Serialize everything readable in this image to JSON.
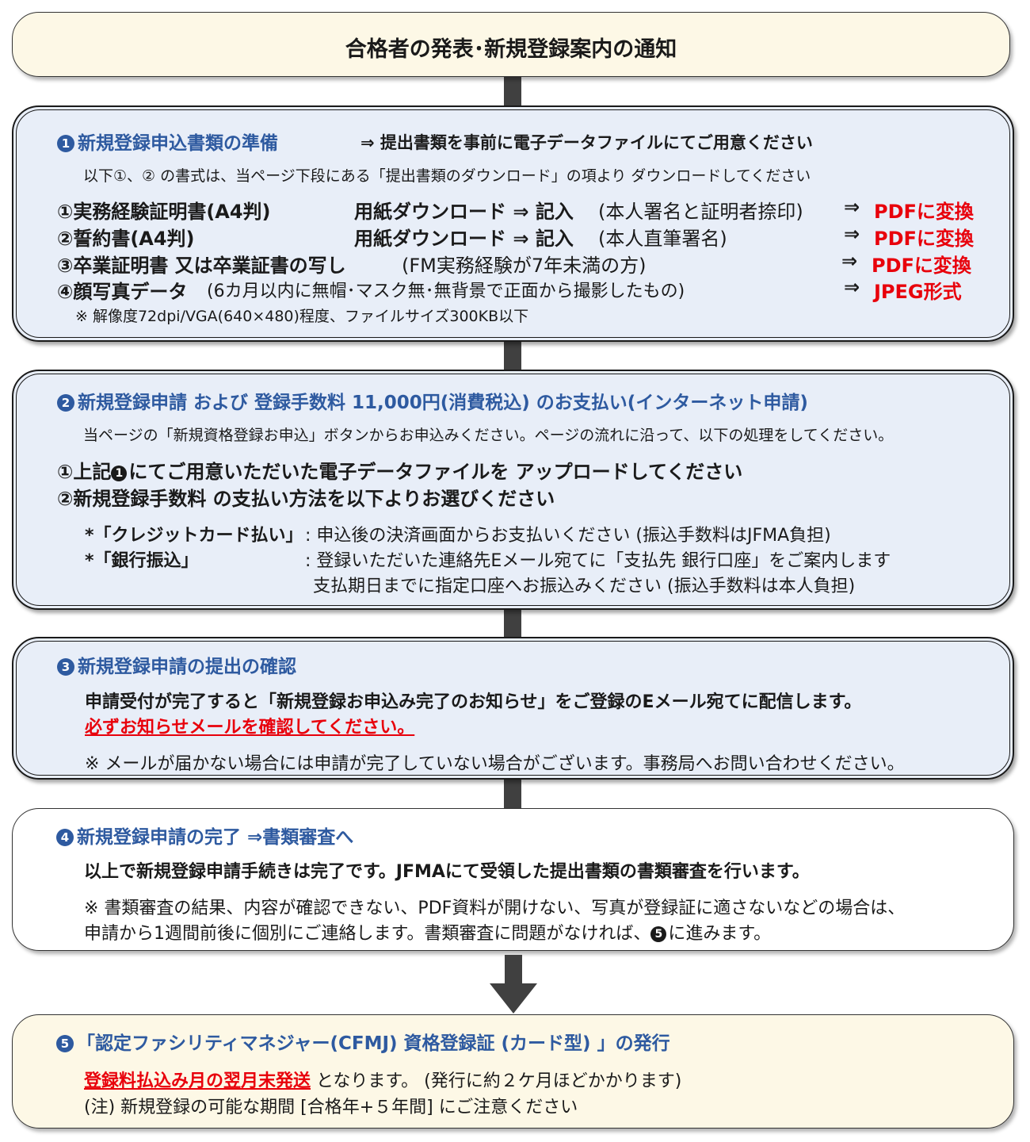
{
  "title": "合格者の発表･新規登録案内の通知",
  "step1": {
    "num": "1",
    "heading": "新規登録申込書類の準備",
    "heading_note": "⇒ 提出書類を事前に電子データファイルにてご用意ください",
    "intro": "以下①、② の書式は、当ページ下段にある「提出書類のダウンロード」の項より ダウンロードしてください",
    "items": [
      {
        "label": "①実務経験証明書(A4判)",
        "action": "用紙ダウンロード ⇒ 記入",
        "note": "(本人署名と証明者捺印)",
        "arrow": "⇒",
        "result": "PDFに変換"
      },
      {
        "label": "②誓約書(A4判)",
        "action": "用紙ダウンロード ⇒ 記入",
        "note": "(本人直筆署名)",
        "arrow": "⇒",
        "result": "PDFに変換"
      },
      {
        "label": "③卒業証明書 又は卒業証書の写し",
        "note": "(FM実務経験が7年未満の方)",
        "arrow": "⇒",
        "result": "PDFに変換"
      },
      {
        "label": "④顔写真データ",
        "note": "(6カ月以内に無帽･マスク無･無背景で正面から撮影したもの)",
        "arrow": "⇒",
        "result": "JPEG形式"
      }
    ],
    "footnote": "※ 解像度72dpi/VGA(640×480)程度、ファイルサイズ300KB以下"
  },
  "step2": {
    "num": "2",
    "heading": "新規登録申請 および 登録手数料 11,000円(消費税込) のお支払い(インターネット申請)",
    "intro": "当ページの「新規資格登録お申込」ボタンからお申込みください。ページの流れに沿って、以下の処理をしてください。",
    "item1_pre": "①上記",
    "item1_num": "1",
    "item1_post": "にてご用意いただいた電子データファイルを アップロードしてください",
    "item2": "②新規登録手数料 の支払い方法を以下よりお選びください",
    "pay1_label": "*「クレジットカード払い」",
    "pay1_text": ": 申込後の決済画面からお支払いください (振込手数料はJFMA負担)",
    "pay2_label": "*「銀行振込」",
    "pay2_text": ": 登録いただいた連絡先Eメール宛てに「支払先 銀行口座」をご案内します",
    "pay2_text2": "支払期日までに指定口座へお振込みください (振込手数料は本人負担)"
  },
  "step3": {
    "num": "3",
    "heading": "新規登録申請の提出の確認",
    "line1": "申請受付が完了すると「新規登録お申込み完了のお知らせ」をご登録のEメール宛てに配信します。",
    "line2": "必ずお知らせメールを確認してください。",
    "note": "※ メールが届かない場合には申請が完了していない場合がございます。事務局へお問い合わせください。"
  },
  "step4": {
    "num": "4",
    "heading": "新規登録申請の完了 ⇒書類審査へ",
    "line1": "以上で新規登録申請手続きは完了です。JFMAにて受領した提出書類の書類審査を行います。",
    "note1": "※ 書類審査の結果、内容が確認できない、PDF資料が開けない、写真が登録証に適さないなどの場合は、",
    "note2_pre": "申請から1週間前後に個別にご連絡します。書類審査に問題がなければ、",
    "note2_num": "5",
    "note2_post": "に進みます。"
  },
  "step5": {
    "num": "5",
    "heading": "「認定ファシリティマネジャー(CFMJ) 資格登録証 (カード型) 」の発行",
    "line1_red": "登録料払込み月の翌月末発送",
    "line1_rest": " となります。 (発行に約２ケ月ほどかかります)",
    "line2": "(注) 新規登録の可能な期間 [合格年+５年間] にご注意ください"
  },
  "colors": {
    "blue_text": "#2e5aa0",
    "red_text": "#e8000b",
    "box_blue": "#e8eef8",
    "box_cream": "#fdf8e6",
    "connector": "#404040"
  }
}
